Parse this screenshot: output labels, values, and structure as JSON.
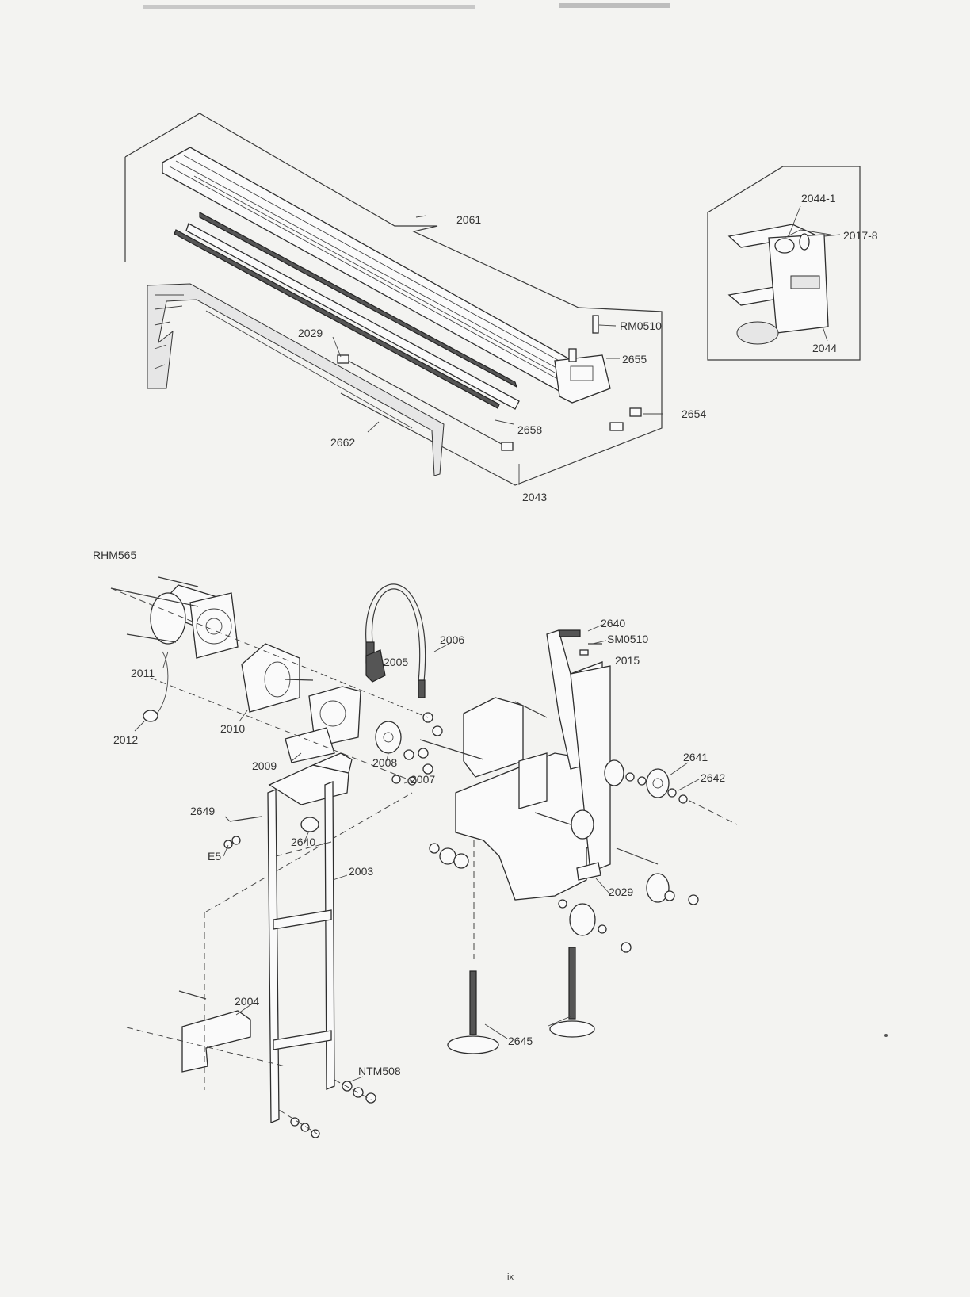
{
  "top_assembly": {
    "labels": [
      "2061",
      "RM0510",
      "2655",
      "2029",
      "2654",
      "2658",
      "2662",
      "2043"
    ]
  },
  "inset": {
    "labels": [
      "2044-1",
      "2017-8",
      "2044"
    ]
  },
  "bottom_assembly": {
    "labels": [
      "RHM565",
      "2640",
      "SM0510",
      "2006",
      "2015",
      "2005",
      "2011",
      "2012",
      "2010",
      "2641",
      "2642",
      "2009",
      "2008",
      "2007",
      "2649",
      "2640",
      "E5",
      "2003",
      "2029",
      "2004",
      "2645",
      "NTM508"
    ]
  },
  "page_number": "ix"
}
